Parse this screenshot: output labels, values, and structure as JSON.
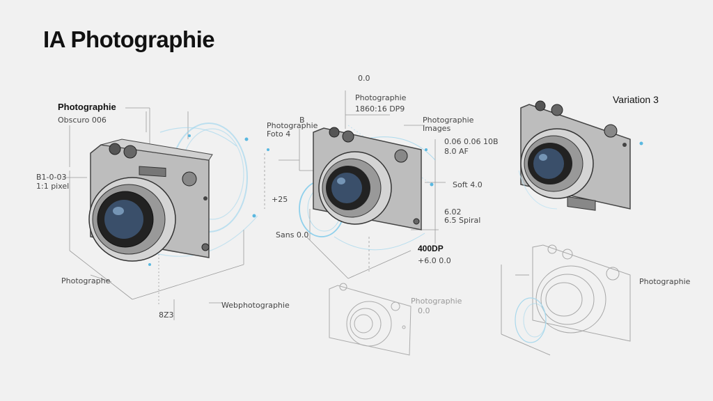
{
  "title": "IA Photographie",
  "labels": {
    "photographie": "Photographie",
    "sub_left": "Obscuro 006",
    "left_dim_a": "B1-0-03",
    "left_dim_b": "1:1 pixel",
    "bottom_left": "Photographe",
    "bottom_center": "Webphotographie",
    "bottom_dim": "8Z3",
    "mid_top_a": "0.0",
    "mid_top_b": "Photographie",
    "mid_top_c": "1860:16 DP9",
    "mid_left_a": "Photographie",
    "mid_left_b": "Foto 4",
    "mid_left_c": "B",
    "mid_right_a": "Photographie",
    "mid_right_b": "Images",
    "mid_right_c": "0.06 0.06 10B",
    "mid_right_d": "8.0 AF",
    "mid_right_e": "Soft 4.0",
    "mid_right_f": "6.02",
    "mid_right_g": "6.5 Spiral",
    "mid_lower_a": "Sans 0.0",
    "mid_lower_b": "400DP",
    "mid_lower_c": "+6.0 0.0",
    "mid_dim_25": "+25",
    "variation3": "Variation 3",
    "ghost_a": "Photographie",
    "ghost_b": "0.0",
    "ghost_right": "Photographie"
  },
  "colors": {
    "accent_blue": "#5ab8e0",
    "body_gray": "#8a8a8a",
    "line_gray": "#9a9a9a"
  }
}
